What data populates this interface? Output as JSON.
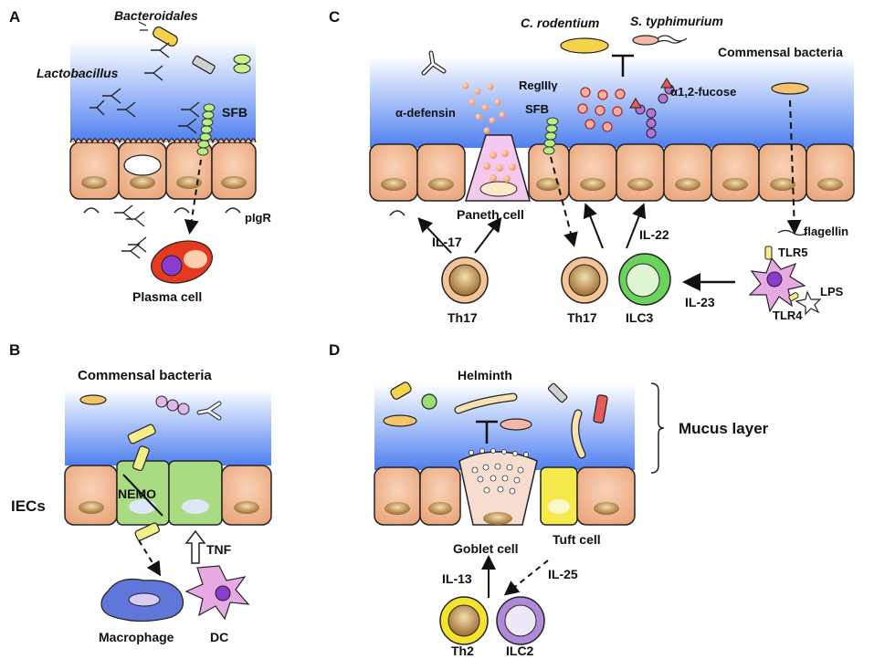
{
  "panels": {
    "a": "A",
    "b": "B",
    "c": "C",
    "d": "D"
  },
  "panel_a": {
    "bacteroidales": "Bacteroidales",
    "lactobacillus": "Lactobacillus",
    "sfb": "SFB",
    "pigr": "pIgR",
    "plasma_cell": "Plasma cell"
  },
  "panel_b": {
    "commensal": "Commensal bacteria",
    "iecs": "IECs",
    "nemo": "NEMO",
    "tnf": "TNF",
    "macrophage": "Macrophage",
    "dc": "DC"
  },
  "panel_c": {
    "c_rodentium": "C. rodentium",
    "s_typhimurium": "S. typhimurium",
    "commensal": "Commensal bacteria",
    "regIII": "RegIIIγ",
    "sfb": "SFB",
    "alpha_defensin": "α-defensin",
    "fucose": "α1,2-fucose",
    "paneth": "Paneth cell",
    "il17": "IL-17",
    "il22": "IL-22",
    "il23": "IL-23",
    "th17_left": "Th17",
    "th17_right": "Th17",
    "ilc3": "ILC3",
    "flagellin": "flagellin",
    "tlr5": "TLR5",
    "tlr4": "TLR4",
    "lps": "LPS"
  },
  "panel_d": {
    "helminth": "Helminth",
    "mucus": "Mucus layer",
    "goblet": "Goblet cell",
    "tuft": "Tuft cell",
    "il13": "IL-13",
    "il25": "IL-25",
    "th2": "Th2",
    "ilc2": "ILC2"
  },
  "colors": {
    "mucus_top": "#ffffff",
    "mucus_bottom": "#4f7ff0",
    "epithelium": "#f2b48c",
    "nucleus": "#b07a3c",
    "paneth": "#f2c8ee",
    "ilc3": "#6ad35c",
    "goblet": "#f7ddd0",
    "tuft": "#f5e94c",
    "th2": "#f4e32a",
    "ilc2": "#b08ad8",
    "macrophage": "#5f77d8",
    "dc": "#d99ad8"
  }
}
